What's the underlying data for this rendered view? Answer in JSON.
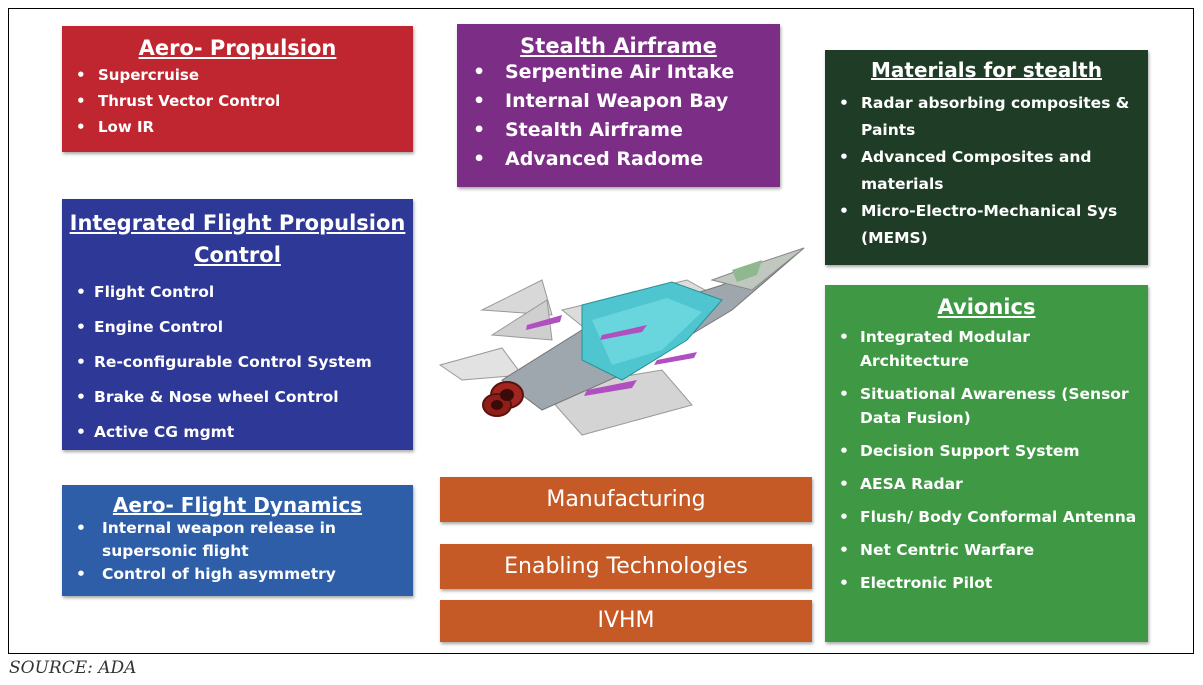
{
  "aero_propulsion": {
    "title": "Aero- Propulsion",
    "items": [
      "Supercruise",
      "Thrust Vector Control",
      "Low IR"
    ],
    "color": "#c0262f"
  },
  "stealth_airframe": {
    "title": "Stealth Airframe",
    "items": [
      "Serpentine Air Intake",
      "Internal Weapon Bay",
      "Stealth Airframe",
      "Advanced Radome"
    ],
    "color": "#7c2d86"
  },
  "materials": {
    "title": "Materials for stealth",
    "items": [
      "Radar absorbing composites & Paints",
      "Advanced Composites and materials",
      "Micro-Electro-Mechanical Sys (MEMS)"
    ],
    "color": "#1f3d26"
  },
  "ifpc": {
    "title": "Integrated Flight Propulsion Control",
    "items": [
      "Flight Control",
      "Engine Control",
      "Re-configurable Control  System",
      "Brake & Nose wheel Control",
      "Active CG mgmt"
    ],
    "color": "#2e3896"
  },
  "avionics": {
    "title": "Avionics",
    "items": [
      "Integrated Modular Architecture",
      "Situational Awareness (Sensor Data Fusion)",
      "Decision Support System",
      "AESA Radar",
      "Flush/ Body Conformal Antenna",
      "Net Centric Warfare",
      "Electronic Pilot"
    ],
    "color": "#3f9944"
  },
  "aero_flight_dynamics": {
    "title": "Aero- Flight Dynamics",
    "items": [
      "Internal weapon release in supersonic flight",
      "Control of high asymmetry"
    ],
    "color": "#2f5ea8"
  },
  "center_blocks": {
    "manufacturing": "Manufacturing",
    "enabling": "Enabling Technologies",
    "ivhm": "IVHM",
    "color": "#c65a26"
  },
  "source": "SOURCE: ADA"
}
